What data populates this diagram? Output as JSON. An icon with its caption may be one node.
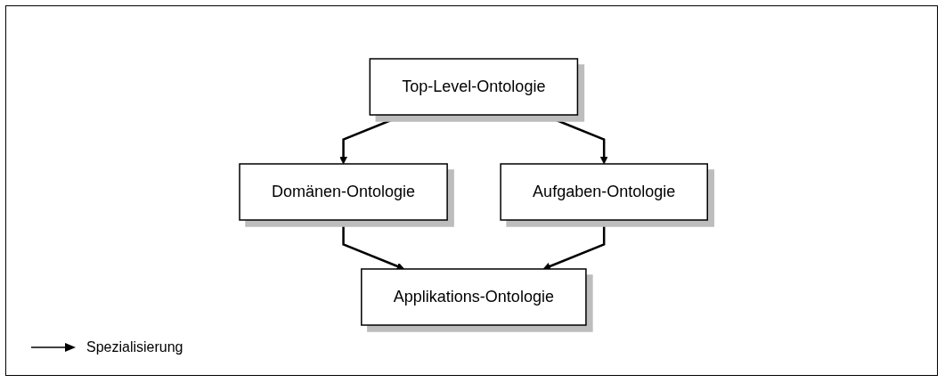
{
  "diagram": {
    "nodes": [
      {
        "text": [
          "Top-Level-Ontologie"
        ]
      },
      {
        "text": [
          "Domänen-Ontologie"
        ]
      },
      {
        "text": [
          "Aufgaben-Ontologie"
        ]
      },
      {
        "text": [
          "Applikations-Ontologie"
        ]
      }
    ],
    "edges": [
      {
        "from": 0,
        "to": 1,
        "arrow": "to"
      },
      {
        "from": 0,
        "to": 2,
        "arrow": "to"
      },
      {
        "from": 1,
        "to": 3,
        "arrow": "to"
      },
      {
        "from": 2,
        "to": 3,
        "arrow": "to"
      }
    ],
    "legend": [
      {
        "text": "Spezialisierung"
      }
    ]
  }
}
